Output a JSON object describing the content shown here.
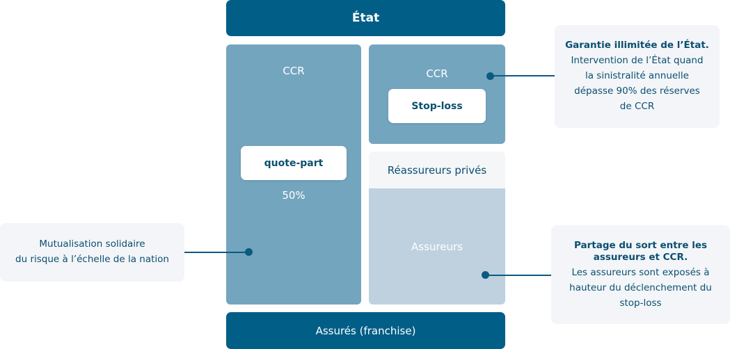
{
  "top_bar": {
    "label": "État"
  },
  "ccr_left": {
    "title": "CCR",
    "chip": "quote-part",
    "pct": "50%"
  },
  "ccr_right": {
    "title": "CCR",
    "chip": "Stop-loss"
  },
  "private_reinsurers": {
    "label": "Réassureurs privés"
  },
  "insurers": {
    "label": "Assureurs"
  },
  "bottom_bar": {
    "label": "Assurés (franchise)"
  },
  "notes": {
    "state_guarantee": {
      "title": "Garantie illimitée de l’État.",
      "lines": [
        "Intervention de l’État quand",
        "la sinistralité annuelle",
        "dépasse 90% des réserves",
        "de CCR"
      ]
    },
    "mutualisation": {
      "lines": [
        "Mutualisation solidaire",
        "du risque à l’échelle de la nation"
      ]
    },
    "sharing": {
      "title_lines": [
        "Partage du sort entre les",
        "assureurs et CCR."
      ],
      "lines": [
        "Les assureurs sont exposés à",
        "hauteur du déclenchement du",
        "stop-loss"
      ]
    }
  },
  "colors": {
    "navy": "#005e87",
    "ccr_blue": "#74a5bf",
    "insurers_blue": "#bfd1df",
    "reinsurers_bg": "#f4f6f8",
    "note_bg": "#f3f5f8"
  }
}
